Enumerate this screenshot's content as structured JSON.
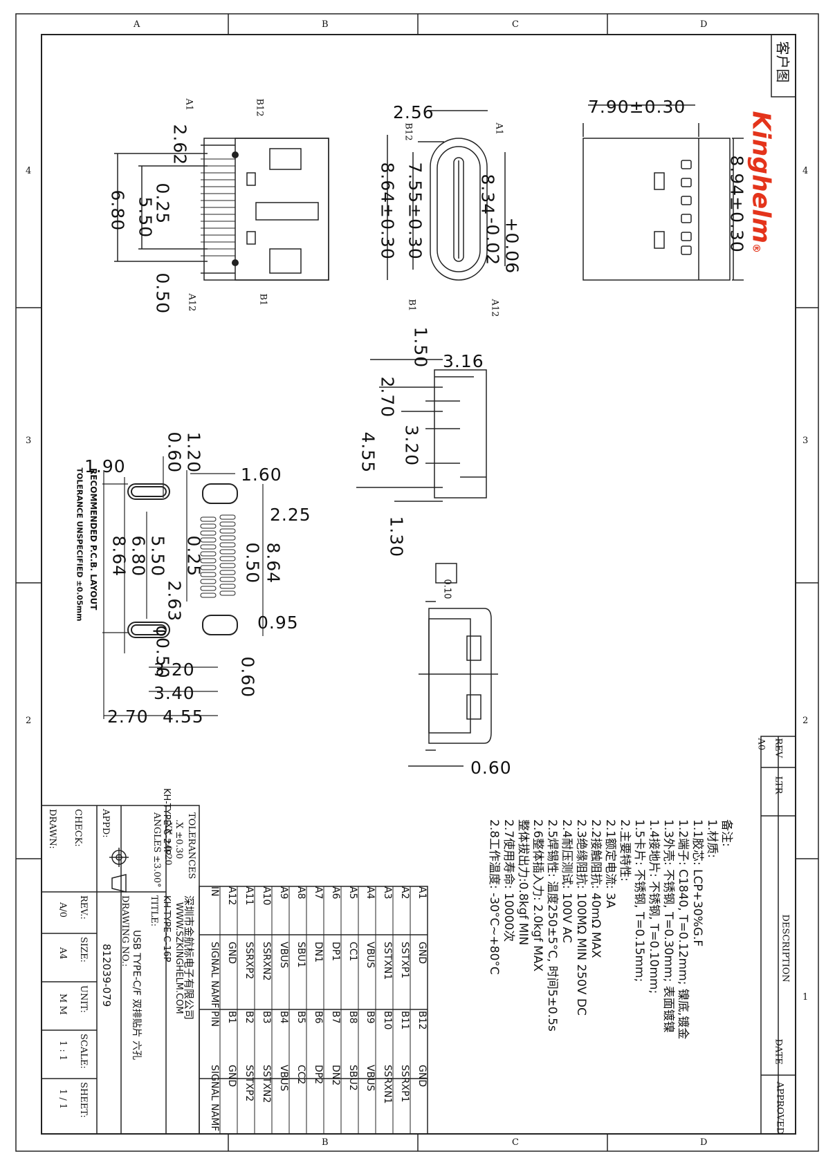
{
  "header": {
    "zone_letters": [
      "A",
      "B",
      "C",
      "D"
    ],
    "zone_numbers": [
      "4",
      "3",
      "2",
      "1"
    ],
    "customer_drawing_label": "客户图",
    "brand": "Kinghelm",
    "registered_mark": "®"
  },
  "dimensions": {
    "top_view": [
      "7.90±0.30",
      "8.94±0.30"
    ],
    "front_view": [
      "2.56",
      "8.34",
      "+0.06",
      "-0.02",
      "7.55±0.30",
      "8.64±0.30"
    ],
    "front_pin_labels": [
      "B12",
      "A1",
      "B1",
      "A12"
    ],
    "pin_view": [
      "2.62",
      "0.25",
      "5.50",
      "6.80",
      "0.50"
    ],
    "pin_view_labels": [
      "A1",
      "B12",
      "A12",
      "B1"
    ],
    "side_view": [
      "1.50",
      "3.16",
      "2.70",
      "3.20",
      "4.55",
      "1.30"
    ],
    "pcb_layout": [
      "1.90",
      "1.20",
      "0.60",
      "1.60",
      "2.25",
      "8.64",
      "0.50",
      "0.25",
      "5.50",
      "6.80",
      "8.64",
      "2.63",
      "0.95",
      "φ0.50",
      "0.60",
      "3.20",
      "3.40",
      "2.70",
      "4.55"
    ],
    "flatness": [
      "0.10",
      "0.60"
    ]
  },
  "pcb_note": {
    "line1": "RECOMMENDED P.C.B. LAYOUT",
    "line2": "TOLERANCE UNSPECIFIED ±0.05mm"
  },
  "notes": {
    "heading": "备注:",
    "lines": [
      "1.材质:",
      "1.1胶芯: LCP+30%G.F",
      "1.2端子: C1840, T=0.12mm; 镍底,镀金",
      "1.3外壳: 不锈钢, T=0.30mm; 表面镀镍",
      "1.4接地片: 不锈钢, T=0.10mm;",
      "1.5卡片: 不锈钢, T=0.15mm;",
      "2.主要特性:",
      "2.1额定电流: 3A",
      "2.2接触阻抗: 40mΩ MAX",
      "2.3绝缘阻抗: 100MΩ MIN 250V DC",
      "2.4耐压测试: 100V AC",
      "2.5焊锡性: 温度250±5°C, 时间5±0.5s",
      "2.6整体插入力: 2.0kgf MAX",
      "   整体拔出力:0.8kgf MIN",
      "2.7使用寿命: 10000次",
      "2.8工作温度: -30°C~+80°C"
    ]
  },
  "pin_table": {
    "headers": [
      "PIN",
      "SIGNAL NAMF",
      "PIN",
      "SIGNAL NAMF"
    ],
    "rows": [
      [
        "A1",
        "GND",
        "B12",
        "GND"
      ],
      [
        "A2",
        "SSTXP1",
        "B11",
        "SSRXP1"
      ],
      [
        "A3",
        "SSTXN1",
        "B10",
        "SSRXN1"
      ],
      [
        "A4",
        "VBUS",
        "B9",
        "VBUS"
      ],
      [
        "A5",
        "CC1",
        "B8",
        "SBU2"
      ],
      [
        "A6",
        "DP1",
        "B7",
        "DN2"
      ],
      [
        "A7",
        "DN1",
        "B6",
        "DP2"
      ],
      [
        "A8",
        "SBU1",
        "B5",
        "CC2"
      ],
      [
        "A9",
        "VBUS",
        "B4",
        "VBUS"
      ],
      [
        "A10",
        "SSRXN2",
        "B3",
        "SSTXN2"
      ],
      [
        "A11",
        "SSRXP2",
        "B2",
        "SSTXP2"
      ],
      [
        "A12",
        "GND",
        "B1",
        "GND"
      ]
    ],
    "header_label": "IN"
  },
  "revision_block": {
    "headers": [
      "REV",
      "LTR",
      "DESCRIPTION",
      "DATE",
      "APPROVED"
    ],
    "rev_value": "A0"
  },
  "title_block": {
    "tolerances": "TOLERANCES",
    "tol_x": ".X    ±0.30",
    "tol_xx": ".XX   ±0.20",
    "tol_angle": "ANGLES ±3.00°",
    "company": "深圳市金航标电子有限公司",
    "website": "WWW.SZKINGHELM.COM",
    "part_number": "KH-TYPE-C-16P",
    "side_part": "KH-TYPE-C-24P",
    "title_label": "TITLE:",
    "title_value": "USB TYPE-C/F 双排贴片 六孔",
    "drawing_no_label": "DRAWING NO.:",
    "drawing_no": "812039-079",
    "drawn": "DRAWN:",
    "check": "CHECK:",
    "appd": "APPD:",
    "rev_label": "REV.:",
    "rev": "A/0",
    "size_label": "SIZE:",
    "size": "A4",
    "unit_label": "UNIT:",
    "unit": "M M",
    "scale_label": "SCALE:",
    "scale": "1 : 1",
    "sheet_label": "SHEET:",
    "sheet": "1 / 1"
  }
}
